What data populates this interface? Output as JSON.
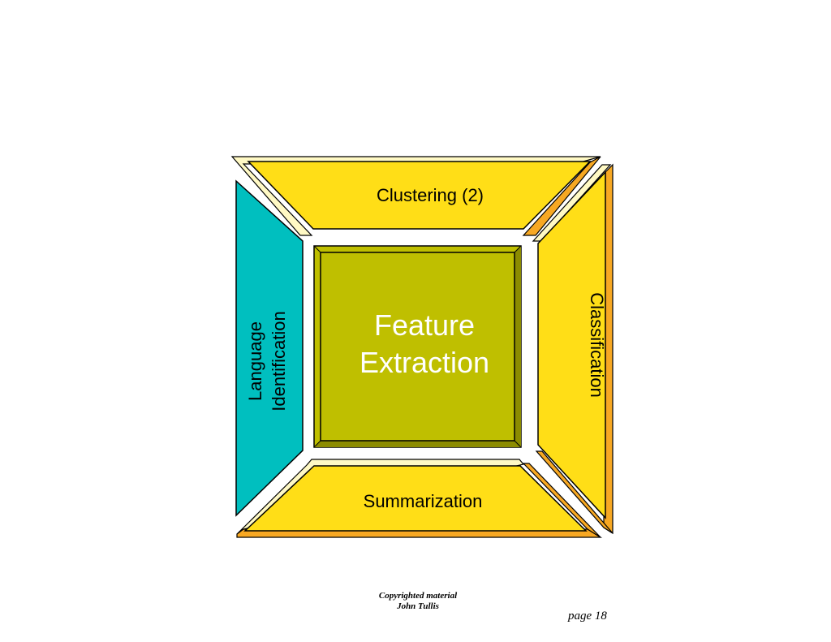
{
  "diagram": {
    "center": {
      "line1": "Feature",
      "line2": "Extraction"
    },
    "top": {
      "label": "Clustering (2)"
    },
    "bottom": {
      "label": "Summarization"
    },
    "left": {
      "line1": "Language",
      "line2": "Identification"
    },
    "right": {
      "label": "Classification"
    }
  },
  "footer": {
    "copyright_line1": "Copyrighted material",
    "copyright_line2": "John Tullis",
    "page_number": "page 18"
  },
  "colors": {
    "yellow": "#FFDE17",
    "yellow_light": "#FFF9C4",
    "orange": "#F7A823",
    "teal": "#00BFBF",
    "olive": "#BFBF00",
    "olive_dark": "#8C8C00"
  }
}
